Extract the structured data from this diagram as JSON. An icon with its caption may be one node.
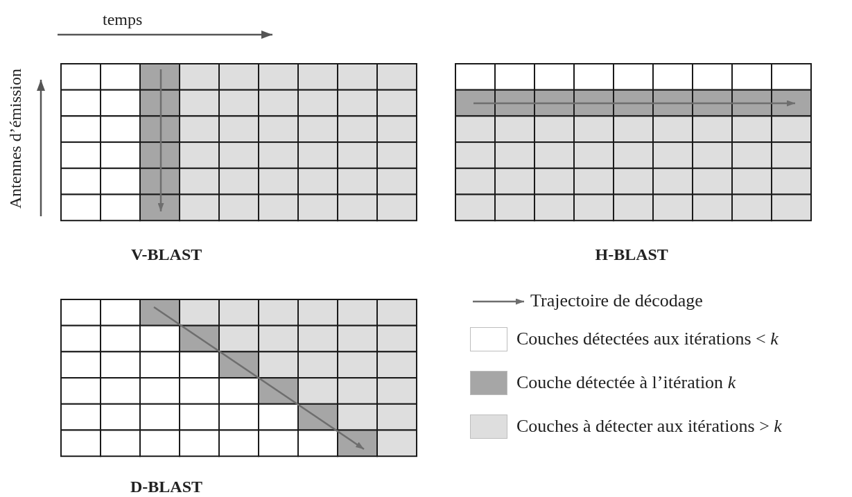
{
  "diagram": {
    "labels": [
      "temps",
      "Antennes d’émission",
      "V-BLAST",
      "H-BLAST",
      "D-BLAST"
    ],
    "legend": [
      {
        "text": "Trajectoire de décodage"
      },
      {
        "text": "Couches détectées aux itérations < *k*",
        "color": "#ffffff"
      },
      {
        "text": "Couche détectée à l’itération *k*",
        "color": "#a6a6a6"
      },
      {
        "text": "Couches à détecter aux itérations > *k*",
        "color": "#dedede"
      }
    ]
  }
}
